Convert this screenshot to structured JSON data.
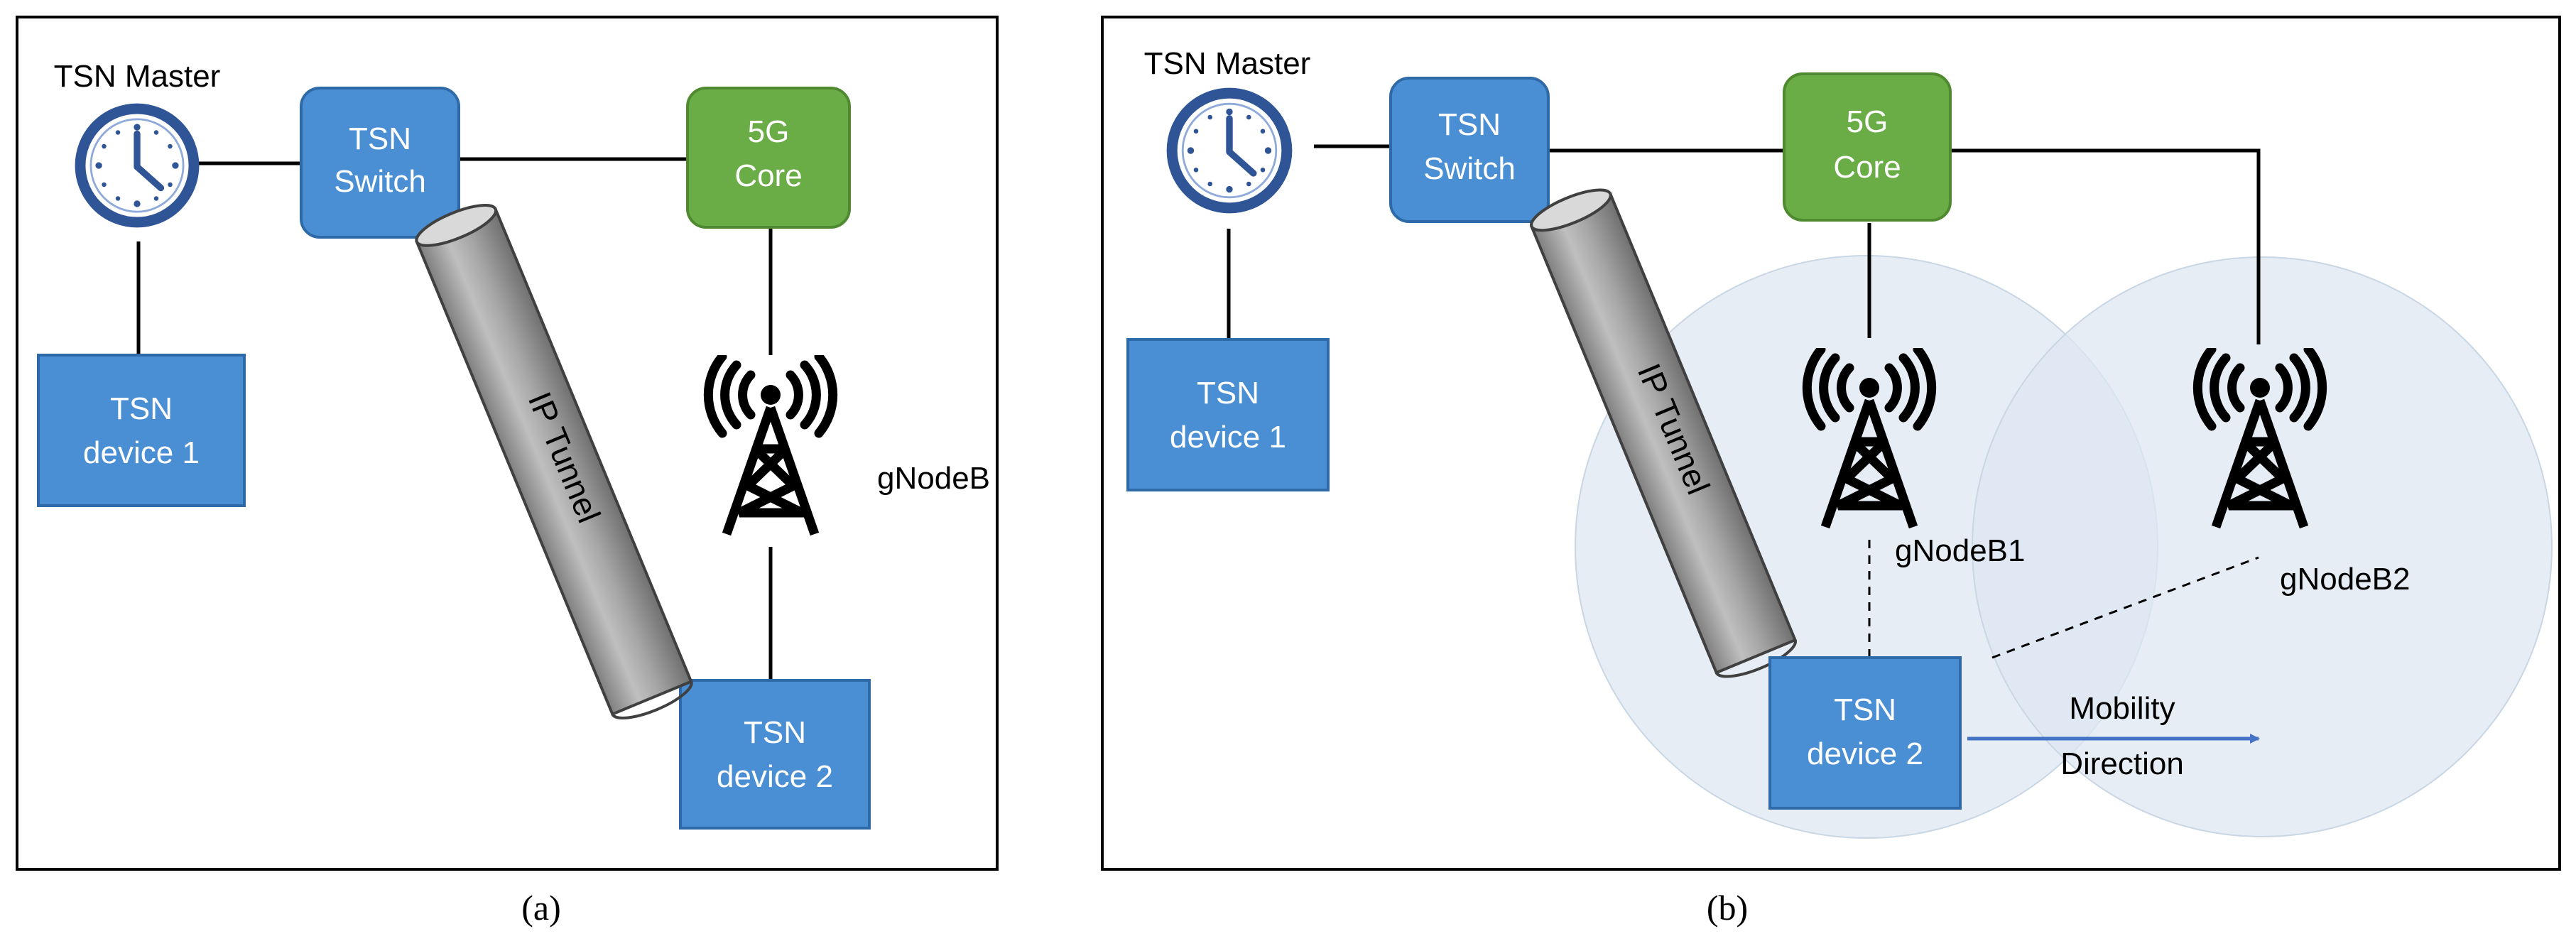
{
  "panels": {
    "a": {
      "caption": "(a)",
      "clock_label": "TSN Master",
      "switch_label": [
        "TSN",
        "Switch"
      ],
      "core_label": [
        "5G",
        "Core"
      ],
      "device1_label": [
        "TSN",
        "device 1"
      ],
      "device2_label": [
        "TSN",
        "device 2"
      ],
      "tunnel_label": "IP Tunnel",
      "gnodeb_label": "gNodeB"
    },
    "b": {
      "caption": "(b)",
      "clock_label": "TSN Master",
      "switch_label": [
        "TSN",
        "Switch"
      ],
      "core_label": [
        "5G",
        "Core"
      ],
      "device1_label": [
        "TSN",
        "device 1"
      ],
      "device2_label": [
        "TSN",
        "device 2"
      ],
      "tunnel_label": "IP Tunnel",
      "gnodeb1_label": "gNodeB1",
      "gnodeb2_label": "gNodeB2",
      "mobility_label": [
        "Mobility",
        "Direction"
      ]
    }
  },
  "colors": {
    "blue_box": "#4a8fd4",
    "blue_box_border": "#2e6aa8",
    "green_box": "#6aac46",
    "green_box_border": "#4f8a31",
    "tunnel": "#a6a6a6",
    "clock_ring": "#2f5597",
    "coverage": "#dde7f1",
    "arrow": "#4472c4"
  },
  "icons": {
    "clock": "clock-icon",
    "tower": "cell-tower-icon",
    "arrow": "arrow-right-icon"
  }
}
